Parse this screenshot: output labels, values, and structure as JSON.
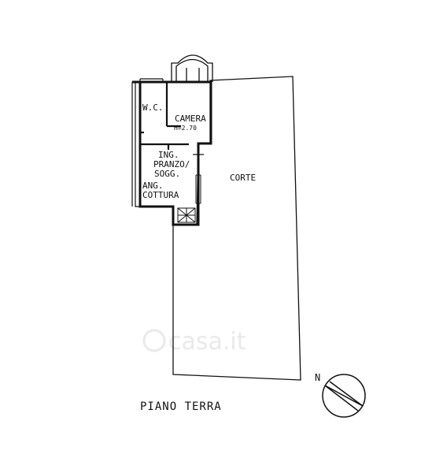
{
  "rooms": {
    "wc": "W.C.",
    "camera": "CAMERA",
    "camera_height": "H=2.70",
    "ing": "ING.",
    "pranzo": "PRANZO/",
    "sogg": "SOGG.",
    "ang": "ANG.",
    "cottura": "COTTURA",
    "corte": "CORTE"
  },
  "title": "PIANO TERRA",
  "north": "N",
  "watermark": "casa.it",
  "colors": {
    "line": "#111111",
    "background": "#ffffff",
    "watermark": "#e9e9e9"
  }
}
